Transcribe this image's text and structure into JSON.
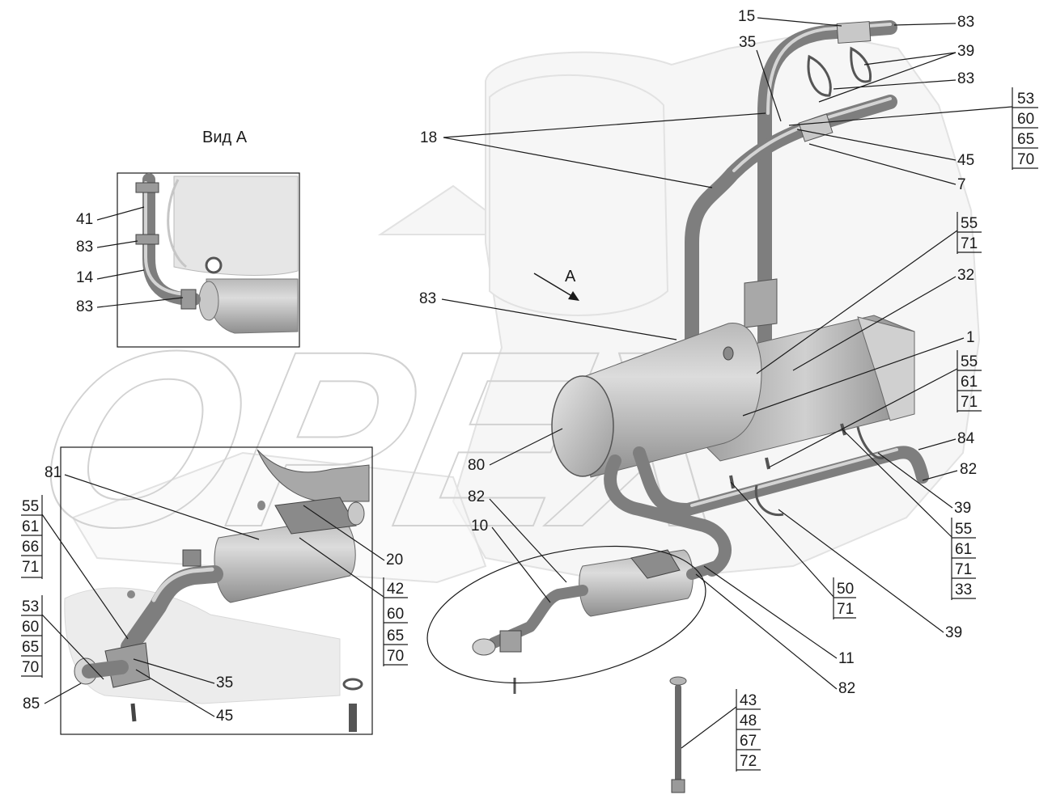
{
  "view_title": "Вид А",
  "view_arrow_letter": "A",
  "watermark_text": "OPEX",
  "callouts_main": [
    {
      "id": "c15",
      "text": "15"
    },
    {
      "id": "c83a",
      "text": "83"
    },
    {
      "id": "c35",
      "text": "35"
    },
    {
      "id": "c39a",
      "text": "39"
    },
    {
      "id": "c83b",
      "text": "83"
    },
    {
      "id": "c18",
      "text": "18"
    },
    {
      "id": "c45",
      "text": "45"
    },
    {
      "id": "c7",
      "text": "7"
    },
    {
      "id": "c32",
      "text": "32"
    },
    {
      "id": "c83c",
      "text": "83"
    },
    {
      "id": "c1",
      "text": "1"
    },
    {
      "id": "c80",
      "text": "80"
    },
    {
      "id": "c84",
      "text": "84"
    },
    {
      "id": "c82a",
      "text": "82"
    },
    {
      "id": "c39b",
      "text": "39"
    },
    {
      "id": "c82b",
      "text": "82"
    },
    {
      "id": "c10",
      "text": "10"
    },
    {
      "id": "c39c",
      "text": "39"
    },
    {
      "id": "c11",
      "text": "11"
    },
    {
      "id": "c82c",
      "text": "82"
    }
  ],
  "callouts_view_a": [
    {
      "id": "a41",
      "text": "41"
    },
    {
      "id": "a83a",
      "text": "83"
    },
    {
      "id": "a14",
      "text": "14"
    },
    {
      "id": "a83b",
      "text": "83"
    }
  ],
  "callouts_detail": [
    {
      "id": "d81",
      "text": "81"
    },
    {
      "id": "d20",
      "text": "20"
    },
    {
      "id": "d35",
      "text": "35"
    },
    {
      "id": "d45",
      "text": "45"
    },
    {
      "id": "d85",
      "text": "85"
    }
  ],
  "stacks": {
    "s53_top": [
      "53",
      "60",
      "65",
      "70"
    ],
    "s55_71": [
      "55",
      "71"
    ],
    "s55_61_71": [
      "55",
      "61",
      "71"
    ],
    "s55_61_71_33": [
      "55",
      "61",
      "71",
      "33"
    ],
    "s50_71": [
      "50",
      "71"
    ],
    "s43": [
      "43",
      "48",
      "67",
      "72"
    ],
    "s55_det": [
      "55",
      "61",
      "66",
      "71"
    ],
    "s53_det": [
      "53",
      "60",
      "65",
      "70"
    ],
    "s42_det": [
      "42",
      "60",
      "65",
      "70"
    ]
  }
}
